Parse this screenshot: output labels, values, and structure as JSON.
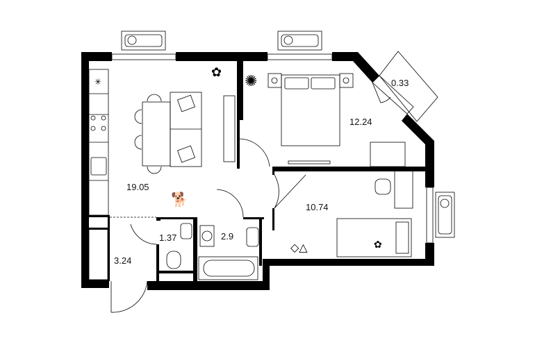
{
  "plan": {
    "rooms": [
      {
        "name": "living-kitchen",
        "area": "19.05"
      },
      {
        "name": "bedroom",
        "area": "12.24"
      },
      {
        "name": "balcony",
        "area": "0.33"
      },
      {
        "name": "second-bedroom",
        "area": "10.74"
      },
      {
        "name": "toilet",
        "area": "1.37"
      },
      {
        "name": "bathroom",
        "area": "2.9"
      },
      {
        "name": "hallway",
        "area": "3.24"
      }
    ],
    "colors": {
      "wall": "#000000",
      "background": "#ffffff",
      "line": "#000000"
    }
  }
}
